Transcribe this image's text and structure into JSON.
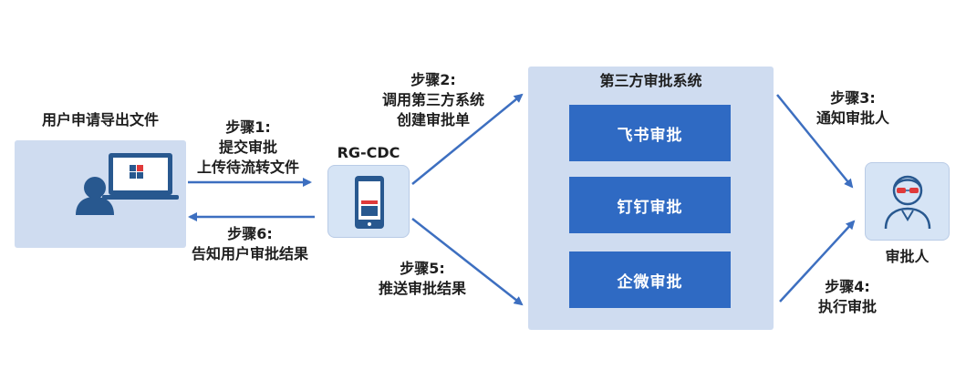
{
  "nodes": {
    "user": {
      "title": "用户申请导出文件"
    },
    "rg_cdc": {
      "title": "RG-CDC"
    },
    "third_party": {
      "title": "第三方审批系统",
      "systems": [
        "飞书审批",
        "钉钉审批",
        "企微审批"
      ]
    },
    "approver": {
      "title": "审批人"
    }
  },
  "steps": {
    "step1": {
      "line1": "步骤1:",
      "line2": "提交审批",
      "line3": "上传待流转文件"
    },
    "step2": {
      "line1": "步骤2:",
      "line2": "调用第三方系统",
      "line3": "创建审批单"
    },
    "step3": {
      "line1": "步骤3:",
      "line2": "通知审批人"
    },
    "step4": {
      "line1": "步骤4:",
      "line2": "执行审批"
    },
    "step5": {
      "line1": "步骤5:",
      "line2": "推送审批结果"
    },
    "step6": {
      "line1": "步骤6:",
      "line2": "告知用户审批结果"
    }
  },
  "colors": {
    "accent": "#2f6ac3",
    "arrow": "#3d6fc0",
    "panel": "#cfdcf0",
    "icon_dark": "#28588f",
    "alert_red": "#e03a3a"
  }
}
